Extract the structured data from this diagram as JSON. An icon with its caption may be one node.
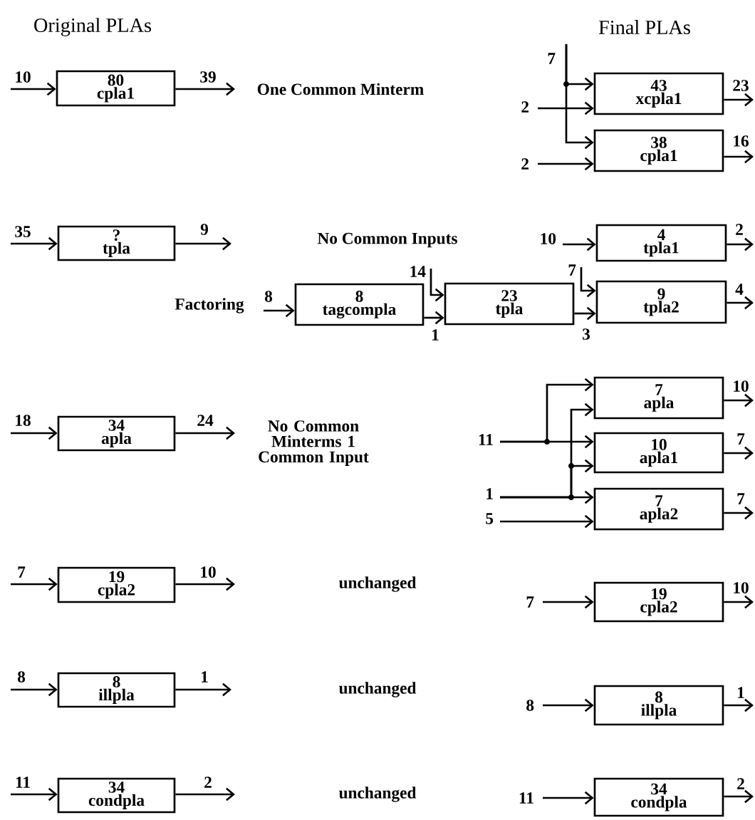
{
  "diagram": {
    "nodes": [
      {
        "text": [
          "80",
          "cpla1"
        ]
      },
      {
        "text": [
          "43",
          "xcpla1"
        ]
      },
      {
        "text": [
          "38",
          "cpla1"
        ]
      },
      {
        "text": [
          "?",
          "tpla"
        ]
      },
      {
        "text": [
          "4",
          "tpla1"
        ]
      },
      {
        "text": [
          "8",
          "tagcompla"
        ]
      },
      {
        "text": [
          "23",
          "tpla"
        ]
      },
      {
        "text": [
          "9",
          "tpla2"
        ]
      },
      {
        "text": [
          "34",
          "apla"
        ]
      },
      {
        "text": [
          "7",
          "apla"
        ]
      },
      {
        "text": [
          "10",
          "apla1"
        ]
      },
      {
        "text": [
          "7",
          "apla2"
        ]
      },
      {
        "text": [
          "19",
          "cpla2"
        ]
      },
      {
        "text": [
          "19",
          "cpla2"
        ]
      },
      {
        "text": [
          "8",
          "illpla"
        ]
      },
      {
        "text": [
          "8",
          "illpla"
        ]
      },
      {
        "text": [
          "34",
          "condpla"
        ]
      },
      {
        "text": [
          "34",
          "condpla"
        ]
      }
    ],
    "edges": [
      {
        "from": null,
        "to": 0,
        "arrow": "to",
        "label": "10"
      },
      {
        "from": 0,
        "to": null,
        "arrow": "to",
        "label": "39"
      },
      {
        "from": null,
        "to": 1,
        "arrow": "to",
        "label": "7"
      },
      {
        "from": null,
        "to": 2,
        "arrow": "to"
      },
      {
        "from": null,
        "to": 1,
        "arrow": "to",
        "label": "2"
      },
      {
        "from": null,
        "to": 2,
        "arrow": "to",
        "label": "2"
      },
      {
        "from": 1,
        "to": null,
        "arrow": "to",
        "label": "23"
      },
      {
        "from": 2,
        "to": null,
        "arrow": "to",
        "label": "16"
      },
      {
        "from": null,
        "to": 3,
        "arrow": "to",
        "label": "35"
      },
      {
        "from": 3,
        "to": null,
        "arrow": "to",
        "label": "9"
      },
      {
        "from": null,
        "to": 4,
        "arrow": "to",
        "label": "10"
      },
      {
        "from": 4,
        "to": null,
        "arrow": "to",
        "label": "2"
      },
      {
        "from": null,
        "to": 5,
        "arrow": "to",
        "label": "8"
      },
      {
        "from": 5,
        "to": 6,
        "arrow": "to",
        "label": "1"
      },
      {
        "from": null,
        "to": 6,
        "arrow": "to",
        "label": "14"
      },
      {
        "from": 6,
        "to": 7,
        "arrow": "to",
        "label": "3"
      },
      {
        "from": null,
        "to": 7,
        "arrow": "to",
        "label": "7"
      },
      {
        "from": 7,
        "to": null,
        "arrow": "to",
        "label": "4"
      },
      {
        "from": null,
        "to": 8,
        "arrow": "to",
        "label": "18"
      },
      {
        "from": 8,
        "to": null,
        "arrow": "to",
        "label": "24"
      },
      {
        "from": null,
        "to": 9,
        "arrow": "to",
        "label": "11"
      },
      {
        "from": null,
        "to": 10,
        "arrow": "to"
      },
      {
        "from": null,
        "to": 9,
        "arrow": "to",
        "label": "1"
      },
      {
        "from": null,
        "to": 10,
        "arrow": "to"
      },
      {
        "from": null,
        "to": 11,
        "arrow": "to"
      },
      {
        "from": null,
        "to": 11,
        "arrow": "to",
        "label": "5"
      },
      {
        "from": 9,
        "to": null,
        "arrow": "to",
        "label": "10"
      },
      {
        "from": 10,
        "to": null,
        "arrow": "to",
        "label": "7"
      },
      {
        "from": 11,
        "to": null,
        "arrow": "to",
        "label": "7"
      },
      {
        "from": null,
        "to": 12,
        "arrow": "to",
        "label": "7"
      },
      {
        "from": 12,
        "to": null,
        "arrow": "to",
        "label": "10"
      },
      {
        "from": null,
        "to": 13,
        "arrow": "to",
        "label": "7"
      },
      {
        "from": 13,
        "to": null,
        "arrow": "to",
        "label": "10"
      },
      {
        "from": null,
        "to": 14,
        "arrow": "to",
        "label": "8"
      },
      {
        "from": 14,
        "to": null,
        "arrow": "to",
        "label": "1"
      },
      {
        "from": null,
        "to": 15,
        "arrow": "to",
        "label": "8"
      },
      {
        "from": 15,
        "to": null,
        "arrow": "to",
        "label": "1"
      },
      {
        "from": null,
        "to": 16,
        "arrow": "to",
        "label": "11"
      },
      {
        "from": 16,
        "to": null,
        "arrow": "to",
        "label": "2"
      },
      {
        "from": null,
        "to": 17,
        "arrow": "to",
        "label": "11"
      },
      {
        "from": 17,
        "to": null,
        "arrow": "to",
        "label": "2"
      }
    ],
    "labels": [
      "Original PLAs",
      "Final PLAs",
      "One Common Minterm",
      "No Common Inputs",
      "Factoring",
      "No Common Minterms 1 Common Input",
      "unchanged",
      "unchanged",
      "unchanged"
    ]
  }
}
